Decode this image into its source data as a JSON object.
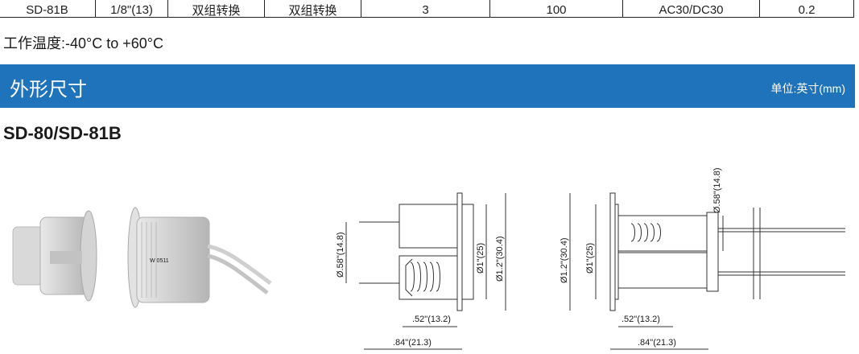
{
  "spec_table": {
    "row": [
      "SD-81B",
      "1/8\"(13)",
      "双组转换",
      "双组转换",
      "3",
      "100",
      "AC30/DC30",
      "0.2"
    ]
  },
  "operating_temperature": "工作温度:-40°C to +60°C",
  "section": {
    "title": "外形尺寸",
    "unit": "单位:英寸(mm)"
  },
  "model_title": "SD-80/SD-81B",
  "product_photos": {
    "sensor_marking": "W 0511"
  },
  "drawing_left": {
    "dim_height_small": "Ø.58\"(14.8)",
    "dim_body_dia": "Ø1\"(25)",
    "dim_flange_dia": "Ø1.2\"(30.4)",
    "dim_length_short": ".52\"(13.2)",
    "dim_length_long": ".84\"(21.3)"
  },
  "drawing_right": {
    "dim_height_small": "Ø.58\"(14.8)",
    "dim_body_dia": "Ø1\"(25)",
    "dim_flange_dia": "Ø1.2\"(30.4)",
    "dim_length_short": ".52\"(13.2)",
    "dim_length_long": ".84\"(21.3)"
  }
}
